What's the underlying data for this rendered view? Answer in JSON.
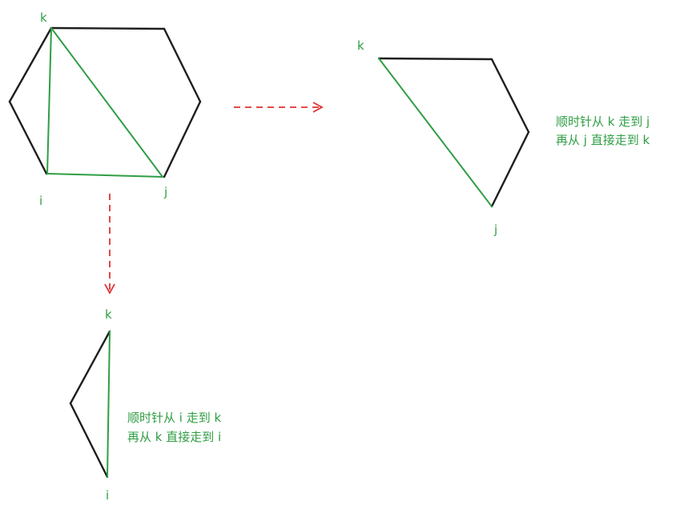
{
  "colors": {
    "edge": "#1e1e1e",
    "green": "#2f9e44",
    "red": "#e03131",
    "background": "#ffffff"
  },
  "hexagon": {
    "labels": {
      "k": "k",
      "i": "i",
      "j": "j"
    }
  },
  "right_figure": {
    "labels": {
      "k": "k",
      "j": "j"
    },
    "note_lines": [
      "顺时针从 k 走到 j",
      "再从 j 直接走到 k"
    ]
  },
  "bottom_figure": {
    "labels": {
      "k": "k",
      "i": "i"
    },
    "note_lines": [
      "顺时针从 i 走到 k",
      "再从 k 直接走到 i"
    ]
  }
}
